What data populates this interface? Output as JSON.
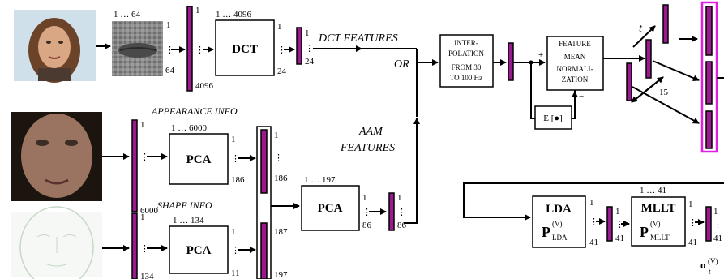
{
  "colors": {
    "vector": "#9a1a8e",
    "highlight": "#e020e0"
  },
  "video_branch": {
    "roi_cols": "1 … 64",
    "roi_row_first": "1",
    "roi_row_last": "64",
    "vec_top": "1",
    "vec_bottom": "4096",
    "dct_cols": "1 … 4096",
    "dct_label": "DCT",
    "dct_out_top": "1",
    "dct_out_bottom": "24",
    "feat_top": "1",
    "feat_bottom": "24",
    "dct_features": "DCT  FEATURES",
    "or": "OR"
  },
  "appearance_branch": {
    "title": "APPEARANCE  INFO",
    "vec_top": "1",
    "vec_bottom": "6000",
    "pca_cols": "1 … 6000",
    "pca_label": "PCA",
    "pca_out_top": "1",
    "pca_out_bottom": "186"
  },
  "shape_branch": {
    "title": "SHAPE  INFO",
    "vec_top": "1",
    "vec_bottom": "134",
    "pca_cols": "1 … 134",
    "pca_label": "PCA",
    "pca_out_top": "1",
    "pca_out_bottom": "11"
  },
  "concat": {
    "top": "1",
    "mid_a": "186",
    "mid_b": "187",
    "bottom": "197"
  },
  "aam": {
    "label_line1": "AAM",
    "label_line2": "FEATURES",
    "pca_cols": "1 … 197",
    "pca_label": "PCA",
    "out_top": "1",
    "out_bottom": "86",
    "feat_top": "1",
    "feat_bottom": "86"
  },
  "interp": {
    "lines": [
      "INTER-",
      "POLATION",
      "FROM 30",
      "TO 100 Hz"
    ]
  },
  "fmn": {
    "lines": [
      "FEATURE",
      "MEAN",
      "NORMALI-",
      "ZATION"
    ],
    "plus": "+",
    "minus": "−",
    "expect": "E [●]"
  },
  "stack": {
    "t_label": "t",
    "count": "15"
  },
  "lda": {
    "title": "LDA",
    "sym": "P",
    "sup": "(V)",
    "sub": "LDA",
    "in_top": "1",
    "in_bottom": "41",
    "vec_top": "1",
    "vec_bottom": "41"
  },
  "mllt": {
    "cols": "1 … 41",
    "title": "MLLT",
    "sym": "P",
    "sup": "(V)",
    "sub": "MLLT",
    "in_top": "1",
    "in_bottom": "41",
    "vec_top": "1",
    "vec_bottom": "41"
  },
  "output": {
    "sym": "o",
    "sup": "(V)",
    "sub": "t"
  }
}
